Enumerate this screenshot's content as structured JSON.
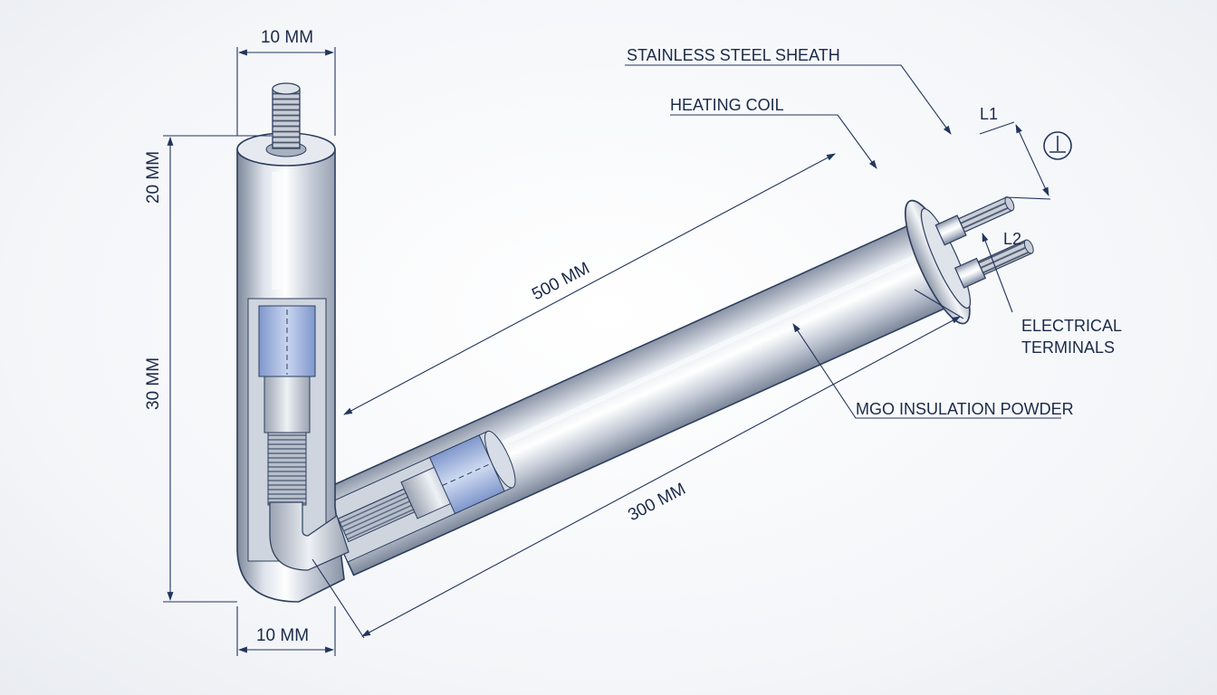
{
  "diagram": {
    "dimensions": {
      "top_width": "10 MM",
      "bottom_width": "10 MM",
      "upper_height": "20 MM",
      "lower_height": "30 MM",
      "long_length": "500 MM",
      "short_length": "300 MM"
    },
    "labels": {
      "sheath": "STAINLESS STEEL SHEATH",
      "coil": "HEATING COIL",
      "terminals_line1": "ELECTRICAL",
      "terminals_line2": "TERMINALS",
      "insulation": "MGO INSULATION POWDER",
      "l1": "L1",
      "l2": "L2"
    },
    "icons": {
      "ground": "ground-symbol-icon"
    },
    "colors": {
      "line": "#22355e",
      "steel_light": "#e8ecf2",
      "steel_dark": "#8a95a6",
      "insulation_blue": "#8ea6d8"
    }
  }
}
